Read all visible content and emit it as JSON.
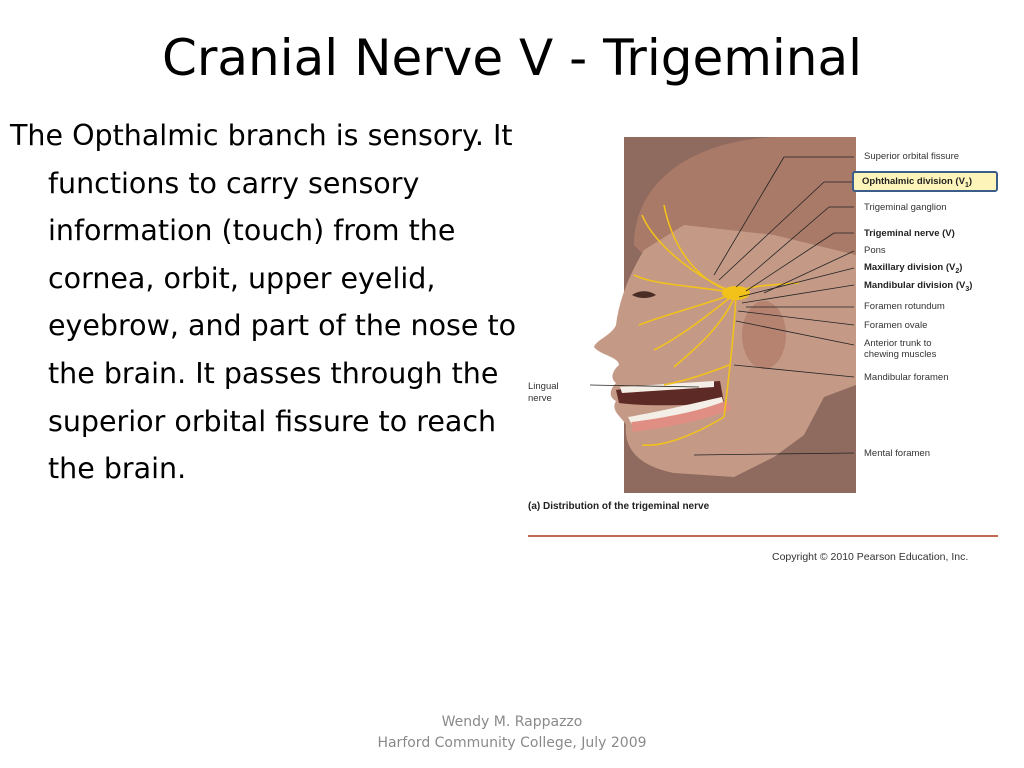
{
  "slide": {
    "title": "Cranial Nerve V - Trigeminal",
    "body": "The Opthalmic branch is sensory.  It functions to carry sensory information (touch) from the cornea, orbit, upper eyelid, eyebrow, and part of the nose to the brain.  It passes through the superior orbital fissure to reach the brain."
  },
  "figure": {
    "labels": {
      "superior_orbital_fissure": "Superior orbital fissure",
      "ophthalmic_division": "Ophthalmic division (V",
      "ophthalmic_sub": "1",
      "trigeminal_ganglion": "Trigeminal  ganglion",
      "trigeminal_nerve": "Trigeminal nerve (V)",
      "pons": "Pons",
      "maxillary_division": "Maxillary division (V",
      "maxillary_sub": "2",
      "mandibular_division": "Mandibular division (V",
      "mandibular_sub": "3",
      "foramen_rotundum": "Foramen rotundum",
      "foramen_ovale": "Foramen ovale",
      "anterior_trunk_1": "Anterior trunk to",
      "anterior_trunk_2": "chewing muscles",
      "mandibular_foramen": "Mandibular foramen",
      "mental_foramen": "Mental foramen",
      "lingual_nerve_1": "Lingual",
      "lingual_nerve_2": "nerve",
      "close_paren": ")"
    },
    "caption": "(a) Distribution of the trigeminal nerve",
    "copyright": "Copyright © 2010 Pearson Education, Inc."
  },
  "footer": {
    "line1": "Wendy M. Rappazzo",
    "line2": "Harford Community College, July 2009"
  },
  "colors": {
    "skin": "#b98a78",
    "nerve": "#f2c21b",
    "highlight_border": "#3c5d8a",
    "highlight_fill": "#fdf4b9",
    "rule": "#c06a52"
  }
}
